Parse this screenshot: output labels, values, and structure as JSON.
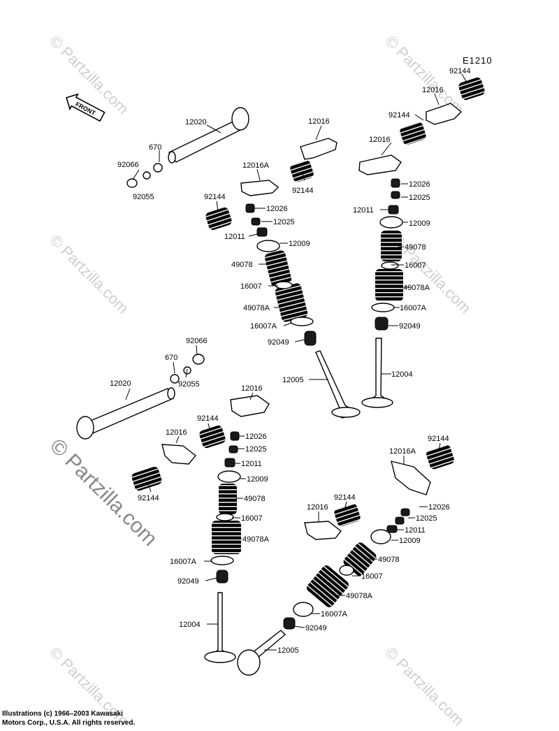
{
  "diagram_code": "E1210",
  "front_label": "FRONT",
  "watermark_text": "© Partzilla.com",
  "footer": {
    "line1": "Illustrations (c) 1966–2003 Kawasaki",
    "line2": "Motors Corp., U.S.A.  All rights reserved."
  },
  "callouts": [
    {
      "id": "c01",
      "text": "92144"
    },
    {
      "id": "c02",
      "text": "12016"
    },
    {
      "id": "c03",
      "text": "92144"
    },
    {
      "id": "c04",
      "text": "12016"
    },
    {
      "id": "c05",
      "text": "12026"
    },
    {
      "id": "c06",
      "text": "12025"
    },
    {
      "id": "c07",
      "text": "12011"
    },
    {
      "id": "c08",
      "text": "12009"
    },
    {
      "id": "c09",
      "text": "49078"
    },
    {
      "id": "c10",
      "text": "16007"
    },
    {
      "id": "c11",
      "text": "49078A"
    },
    {
      "id": "c12",
      "text": "16007A"
    },
    {
      "id": "c13",
      "text": "92049"
    },
    {
      "id": "c14",
      "text": "12004"
    },
    {
      "id": "c15",
      "text": "12020"
    },
    {
      "id": "c16",
      "text": "670"
    },
    {
      "id": "c17",
      "text": "92066"
    },
    {
      "id": "c18",
      "text": "92055"
    },
    {
      "id": "c19",
      "text": "12016"
    },
    {
      "id": "c20",
      "text": "12016A"
    },
    {
      "id": "c21",
      "text": "92144"
    },
    {
      "id": "c22",
      "text": "92144"
    },
    {
      "id": "c23",
      "text": "12026"
    },
    {
      "id": "c24",
      "text": "12025"
    },
    {
      "id": "c25",
      "text": "12011"
    },
    {
      "id": "c26",
      "text": "12009"
    },
    {
      "id": "c27",
      "text": "49078"
    },
    {
      "id": "c28",
      "text": "16007"
    },
    {
      "id": "c29",
      "text": "49078A"
    },
    {
      "id": "c30",
      "text": "16007A"
    },
    {
      "id": "c31",
      "text": "92049"
    },
    {
      "id": "c32",
      "text": "12005"
    },
    {
      "id": "c33",
      "text": "92066"
    },
    {
      "id": "c34",
      "text": "670"
    },
    {
      "id": "c35",
      "text": "92055"
    },
    {
      "id": "c36",
      "text": "12020"
    },
    {
      "id": "c37",
      "text": "12016"
    },
    {
      "id": "c38",
      "text": "92144"
    },
    {
      "id": "c39",
      "text": "12016"
    },
    {
      "id": "c40",
      "text": "12026"
    },
    {
      "id": "c41",
      "text": "12025"
    },
    {
      "id": "c42",
      "text": "12011"
    },
    {
      "id": "c43",
      "text": "12009"
    },
    {
      "id": "c44",
      "text": "92144"
    },
    {
      "id": "c45",
      "text": "49078"
    },
    {
      "id": "c46",
      "text": "16007"
    },
    {
      "id": "c47",
      "text": "49078A"
    },
    {
      "id": "c48",
      "text": "16007A"
    },
    {
      "id": "c49",
      "text": "92049"
    },
    {
      "id": "c50",
      "text": "12004"
    },
    {
      "id": "c51",
      "text": "92144"
    },
    {
      "id": "c52",
      "text": "12016A"
    },
    {
      "id": "c53",
      "text": "12016"
    },
    {
      "id": "c54",
      "text": "92144"
    },
    {
      "id": "c55",
      "text": "12026"
    },
    {
      "id": "c56",
      "text": "12025"
    },
    {
      "id": "c57",
      "text": "12011"
    },
    {
      "id": "c58",
      "text": "12009"
    },
    {
      "id": "c59",
      "text": "49078"
    },
    {
      "id": "c60",
      "text": "16007"
    },
    {
      "id": "c61",
      "text": "49078A"
    },
    {
      "id": "c62",
      "text": "16007A"
    },
    {
      "id": "c63",
      "text": "92049"
    },
    {
      "id": "c64",
      "text": "12005"
    }
  ]
}
